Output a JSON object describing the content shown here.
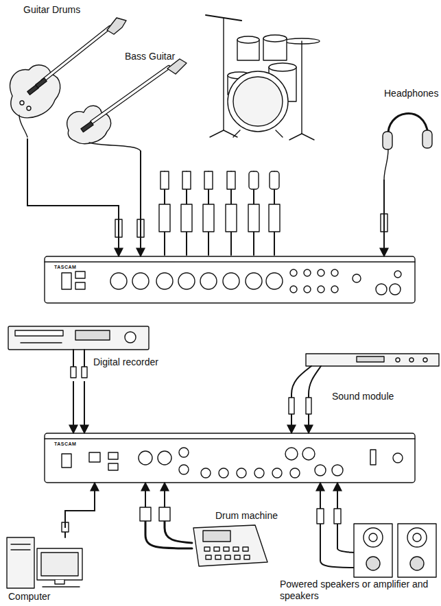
{
  "diagram": {
    "nodes": [
      {
        "text": [
          "Guitar Drums"
        ]
      },
      {
        "text": [
          "Bass Guitar"
        ]
      },
      {
        "text": [
          "Headphones"
        ]
      },
      {
        "text": [
          "TASCAM"
        ]
      },
      {
        "text": [
          "TASCAM"
        ]
      },
      {
        "text": [
          "Digital recorder"
        ]
      },
      {
        "text": [
          "Sound module"
        ]
      },
      {
        "text": [
          "Computer"
        ]
      },
      {
        "text": [
          "Drum machine"
        ]
      },
      {
        "text": [
          "Powered speakers or amplifier and speakers"
        ]
      }
    ],
    "edges": [
      {
        "from": 0,
        "to": 3,
        "arrow": "to"
      },
      {
        "from": 1,
        "to": 3,
        "arrow": "to"
      },
      {
        "from": 2,
        "to": 3,
        "arrow": "to"
      },
      {
        "from": 5,
        "to": 4,
        "arrow": "to"
      },
      {
        "from": 6,
        "to": 4,
        "arrow": "to"
      },
      {
        "from": 7,
        "to": 4,
        "arrow": "to"
      },
      {
        "from": 8,
        "to": 4,
        "arrow": "to"
      },
      {
        "from": 9,
        "to": 4,
        "arrow": "to"
      }
    ]
  }
}
